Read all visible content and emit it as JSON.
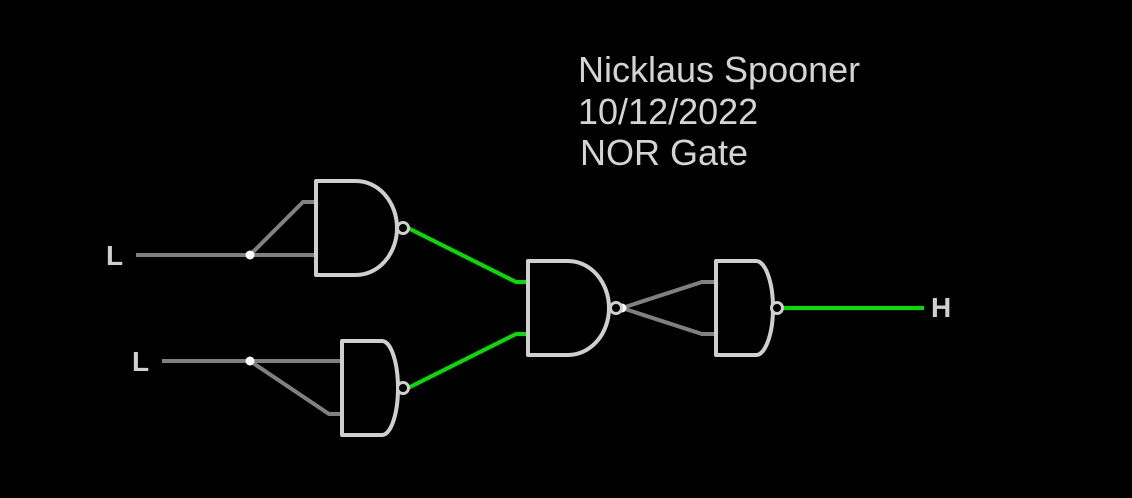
{
  "info": {
    "name": "Nicklaus Spooner",
    "date": "10/12/2022",
    "title": "NOR Gate"
  },
  "inputs": [
    {
      "id": "in-a",
      "label": "L",
      "state": "low"
    },
    {
      "id": "in-b",
      "label": "L",
      "state": "low"
    }
  ],
  "output": {
    "id": "out",
    "label": "H",
    "state": "high"
  },
  "gates": [
    {
      "id": "nand-1",
      "type": "NAND",
      "role": "inverter A"
    },
    {
      "id": "nand-2",
      "type": "NAND",
      "role": "inverter B"
    },
    {
      "id": "nand-3",
      "type": "NAND",
      "role": "combiner"
    },
    {
      "id": "nand-4",
      "type": "NAND",
      "role": "output inverter"
    }
  ],
  "colors": {
    "background": "#000000",
    "wire_low": "#808080",
    "wire_high": "#00e000",
    "gate_outline": "#cfcfcf",
    "text": "#d4d4d4"
  }
}
